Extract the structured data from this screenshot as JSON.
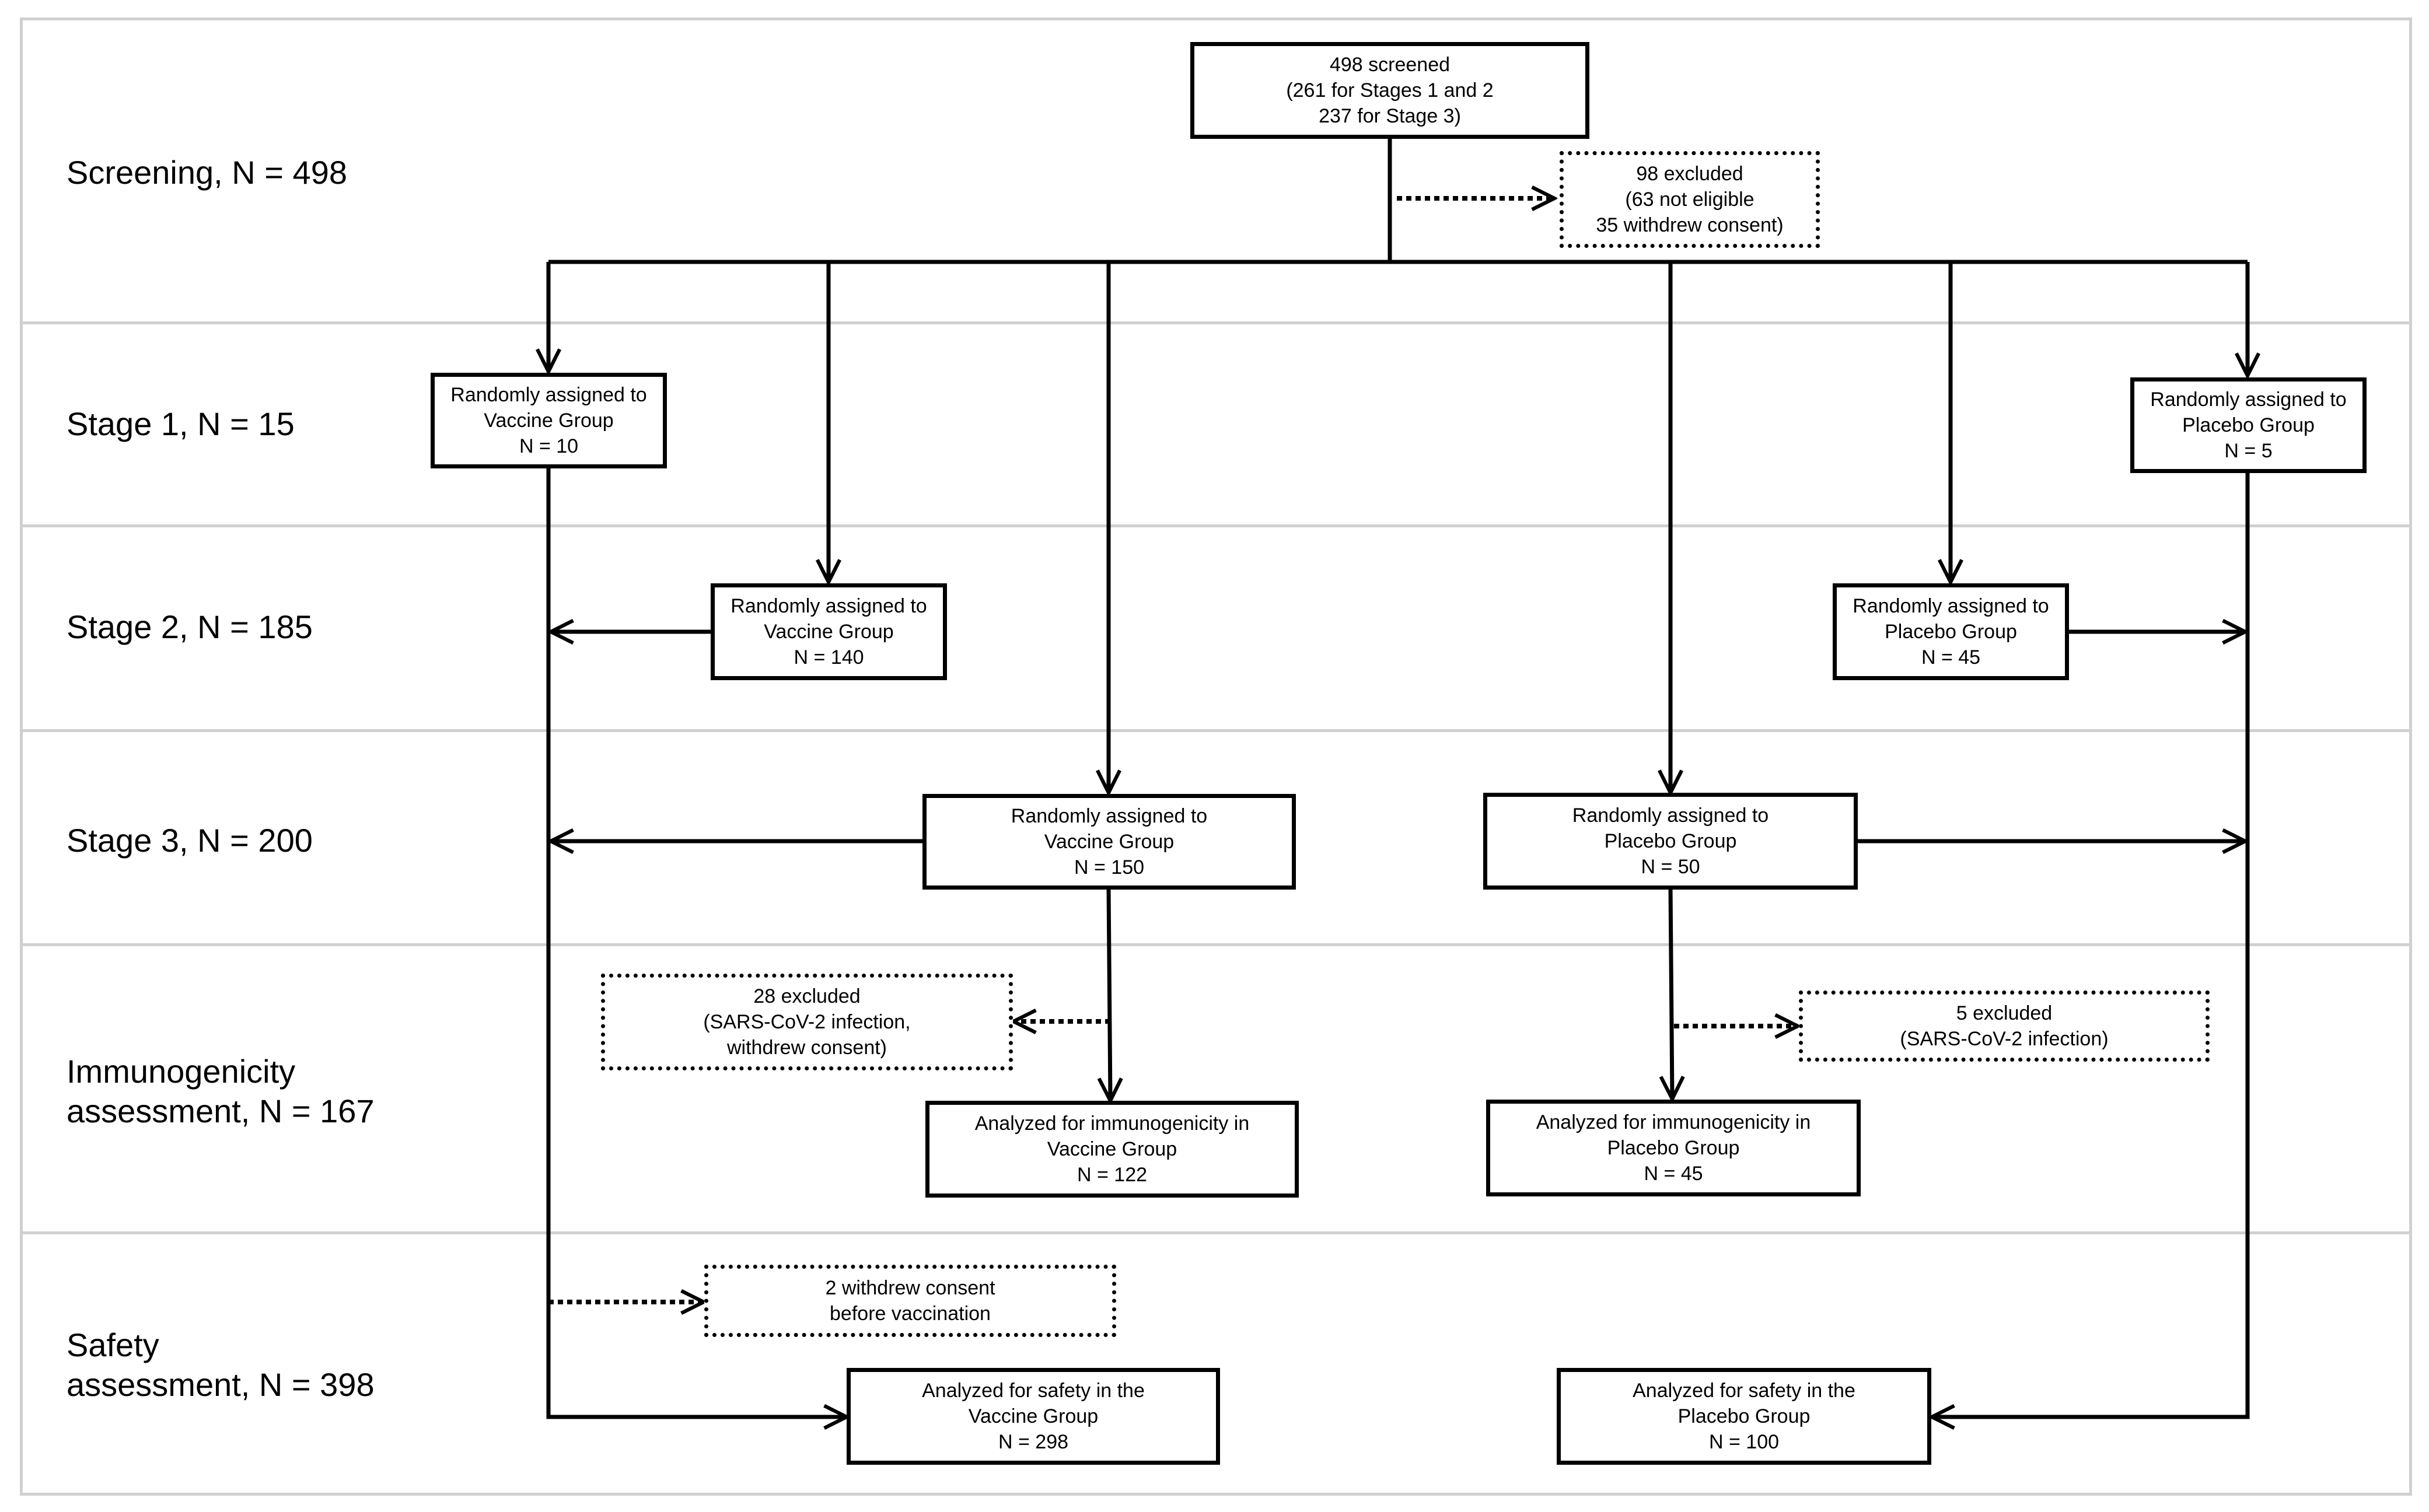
{
  "stages": [
    {
      "id": "screening",
      "lines": [
        "Screening, N = 498"
      ]
    },
    {
      "id": "stage1",
      "lines": [
        "Stage 1, N = 15"
      ]
    },
    {
      "id": "stage2",
      "lines": [
        "Stage 2, N = 185"
      ]
    },
    {
      "id": "stage3",
      "lines": [
        "Stage 3, N = 200"
      ]
    },
    {
      "id": "immunogenicity",
      "lines": [
        "Immunogenicity",
        "assessment, N = 167"
      ]
    },
    {
      "id": "safety",
      "lines": [
        "Safety",
        "assessment, N = 398"
      ]
    }
  ],
  "boxes": {
    "screened": {
      "lines": [
        "498 screened",
        "(261 for Stages 1 and 2",
        "237 for Stage 3)"
      ]
    },
    "excluded_screening": {
      "lines": [
        "98 excluded",
        "(63 not eligible",
        "35 withdrew consent)"
      ]
    },
    "s1_vaccine": {
      "lines": [
        "Randomly assigned to",
        "Vaccine Group",
        "N = 10"
      ]
    },
    "s1_placebo": {
      "lines": [
        "Randomly assigned to",
        "Placebo Group",
        "N = 5"
      ]
    },
    "s2_vaccine": {
      "lines": [
        "Randomly assigned to",
        "Vaccine Group",
        "N = 140"
      ]
    },
    "s2_placebo": {
      "lines": [
        "Randomly assigned to",
        "Placebo Group",
        "N = 45"
      ]
    },
    "s3_vaccine": {
      "lines": [
        "Randomly assigned to",
        "Vaccine Group",
        "N = 150"
      ]
    },
    "s3_placebo": {
      "lines": [
        "Randomly assigned to",
        "Placebo Group",
        "N = 50"
      ]
    },
    "excluded_vaccine_immuno": {
      "lines": [
        "28 excluded",
        "(SARS-CoV-2 infection,",
        "withdrew consent)"
      ]
    },
    "excluded_placebo_immuno": {
      "lines": [
        "5 excluded",
        "(SARS-CoV-2 infection)"
      ]
    },
    "immuno_vaccine": {
      "lines": [
        "Analyzed for immunogenicity in",
        "Vaccine Group",
        "N = 122"
      ]
    },
    "immuno_placebo": {
      "lines": [
        "Analyzed for immunogenicity in",
        "Placebo Group",
        "N = 45"
      ]
    },
    "withdrew_before_vacc": {
      "lines": [
        "2 withdrew consent",
        "before vaccination"
      ]
    },
    "safety_vaccine": {
      "lines": [
        "Analyzed for safety in the",
        "Vaccine Group",
        "N = 298"
      ]
    },
    "safety_placebo": {
      "lines": [
        "Analyzed for safety in the",
        "Placebo Group",
        "N = 100"
      ]
    }
  }
}
